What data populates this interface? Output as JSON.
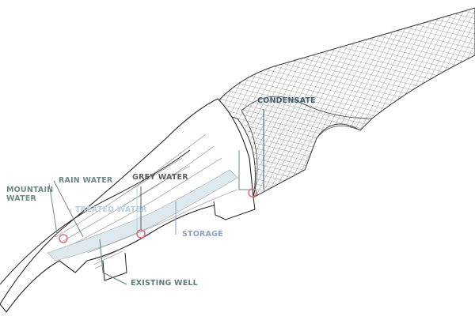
{
  "labels": {
    "mountain_water": "MOUNTAIN WATER",
    "rain_water": "RAIN WATER",
    "grey_water": "GREY WATER",
    "treated_water": "TREATED WATER",
    "storage": "STORAGE",
    "existing_well": "EXISTING WELL",
    "condensate": "CONDENSATE"
  },
  "colors": {
    "mountain_water": "#6e8a88",
    "rain_water": "#6e8a88",
    "grey_water": "#5a5f62",
    "treated_water": "#b7d2de",
    "storage": "#8e9ec8",
    "existing_well": "#5f7d7c",
    "condensate": "#3f6070",
    "marker": "#d9737a",
    "water_fill": "#dde9ef"
  }
}
